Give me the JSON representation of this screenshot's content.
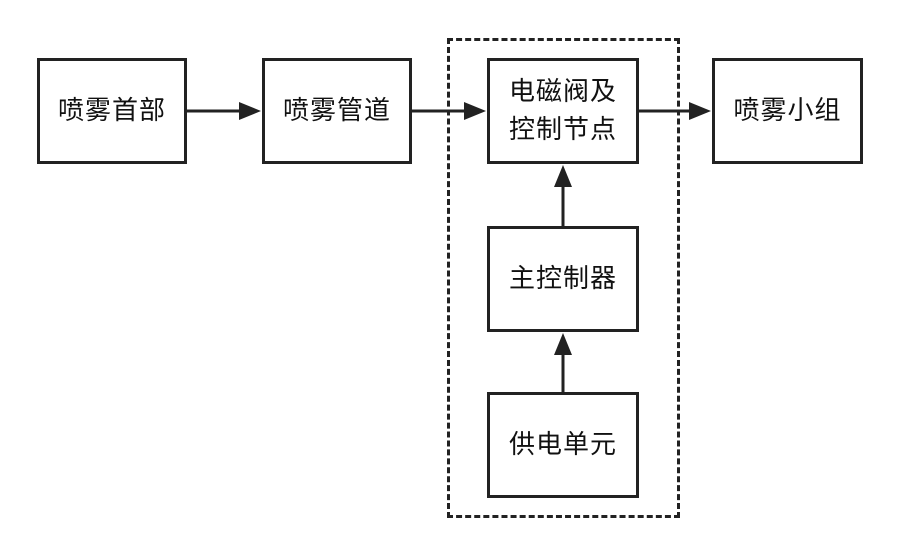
{
  "diagram": {
    "nodes": {
      "spray_head": {
        "label": "喷雾首部"
      },
      "spray_pipe": {
        "label": "喷雾管道"
      },
      "valve_node": {
        "label_line1": "电磁阀及",
        "label_line2": "控制节点"
      },
      "spray_group": {
        "label": "喷雾小组"
      },
      "main_controller": {
        "label": "主控制器"
      },
      "power_unit": {
        "label": "供电单元"
      }
    },
    "edges": [
      {
        "from": "spray_head",
        "to": "spray_pipe"
      },
      {
        "from": "spray_pipe",
        "to": "valve_node"
      },
      {
        "from": "valve_node",
        "to": "spray_group"
      },
      {
        "from": "main_controller",
        "to": "valve_node"
      },
      {
        "from": "power_unit",
        "to": "main_controller"
      }
    ],
    "colors": {
      "stroke": "#222222",
      "text": "#111111",
      "background": "#ffffff"
    }
  }
}
